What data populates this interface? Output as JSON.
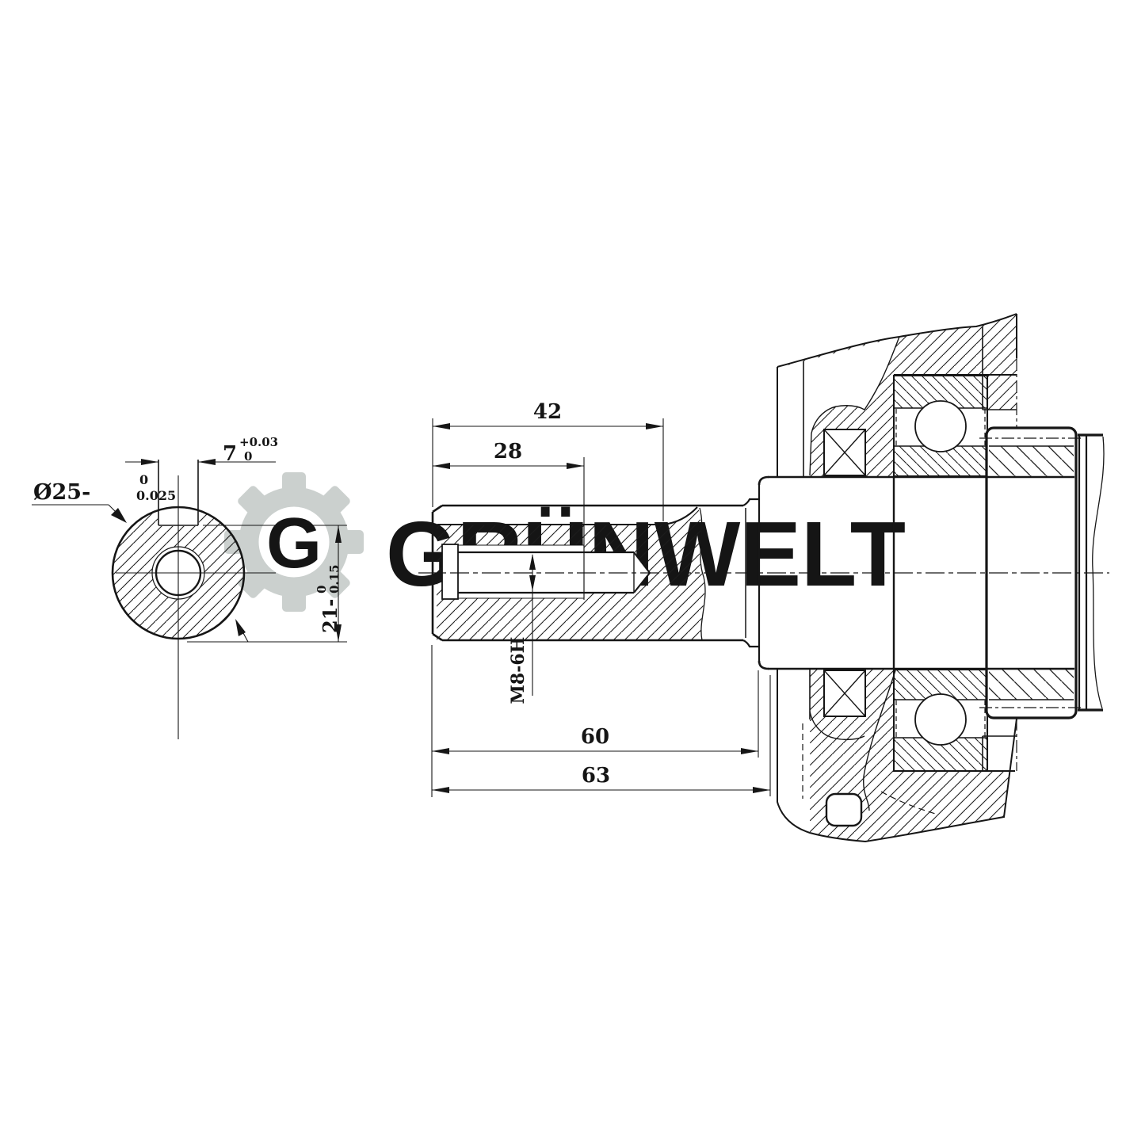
{
  "watermark": {
    "brand": "GRÜNWELT",
    "monogram": "G"
  },
  "dims": {
    "shaft_dia": {
      "base": "Ø25-",
      "tol_top": "0",
      "tol_bot": "0.025"
    },
    "key_width": {
      "base": "7",
      "tol_top": "+0.03",
      "tol_bot": "0"
    },
    "key_height": {
      "base": "21-",
      "tol_top": "0",
      "tol_bot": "0.15"
    },
    "keyway_length": "42",
    "thread_depth": "28",
    "shoulder_length": "60",
    "overall_length": "63",
    "thread_spec": "M8-6H"
  }
}
